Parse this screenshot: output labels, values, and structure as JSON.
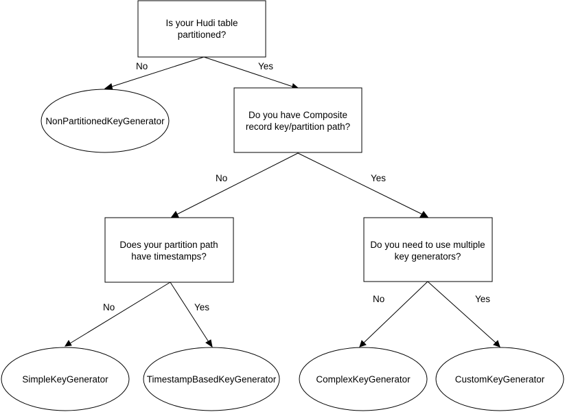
{
  "nodes": {
    "q_partitioned": {
      "lines": [
        "Is your Hudi table",
        "partitioned?"
      ]
    },
    "q_composite": {
      "lines": [
        "Do you have Composite",
        "record key/partition path?"
      ]
    },
    "q_timestamps": {
      "lines": [
        "Does your partition path",
        "have timestamps?"
      ]
    },
    "q_multiple": {
      "lines": [
        "Do you need to use multiple",
        "key generators?"
      ]
    },
    "r_nonpartitioned": {
      "text": "NonPartitionedKeyGenerator"
    },
    "r_simple": {
      "text": "SimpleKeyGenerator"
    },
    "r_timestamp": {
      "text": "TimestampBasedKeyGenerator"
    },
    "r_complex": {
      "text": "ComplexKeyGenerator"
    },
    "r_custom": {
      "text": "CustomKeyGenerator"
    }
  },
  "edges": {
    "partitioned_no": "No",
    "partitioned_yes": "Yes",
    "composite_no": "No",
    "composite_yes": "Yes",
    "timestamps_no": "No",
    "timestamps_yes": "Yes",
    "multiple_no": "No",
    "multiple_yes": "Yes"
  }
}
